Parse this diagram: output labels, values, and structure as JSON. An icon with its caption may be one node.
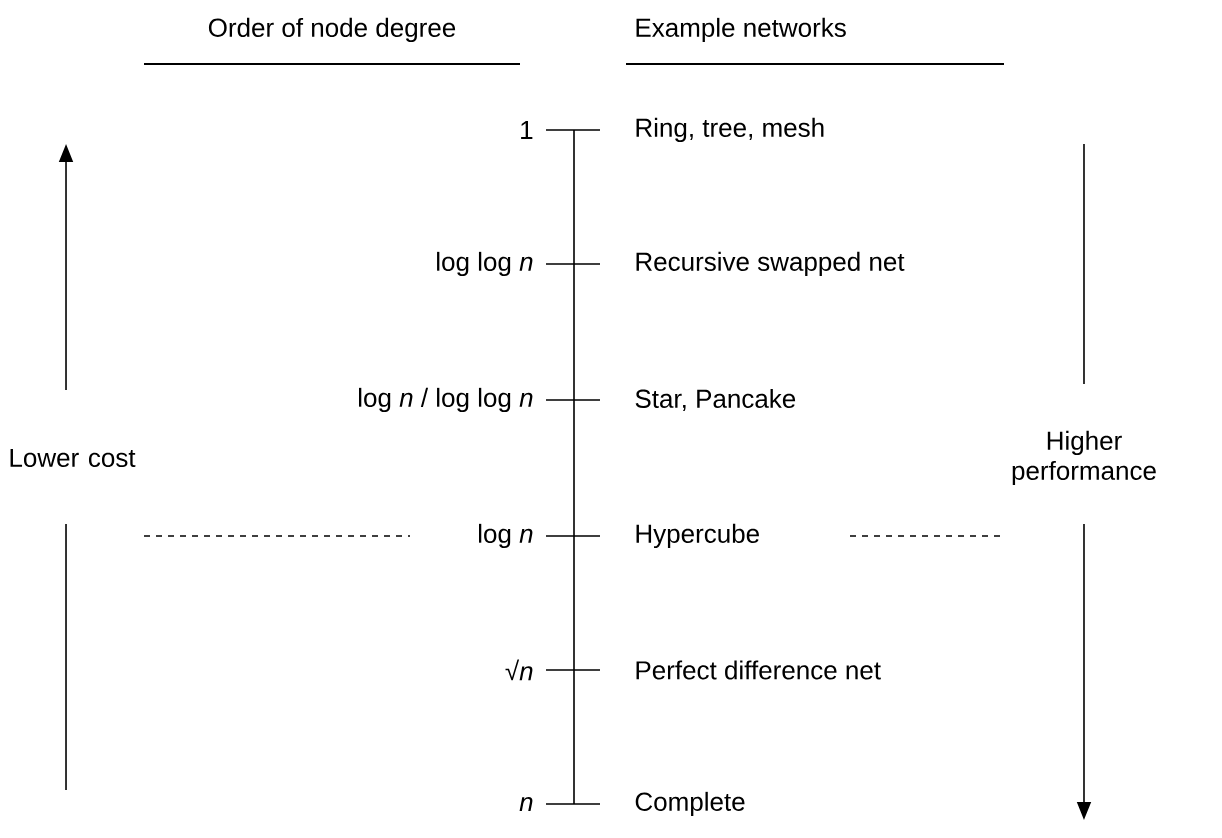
{
  "diagram": {
    "labels": [
      "Order of node degree",
      "Example networks",
      "1",
      "Ring, tree, mesh",
      "log log *n*",
      "Recursive swapped net",
      "log *n* / log log *n*",
      "Star, Pancake",
      "Lower cost",
      "Higher performance",
      "log *n*",
      "Hypercube",
      "√*n*",
      "Perfect difference net",
      "*n*",
      "Complete"
    ]
  }
}
